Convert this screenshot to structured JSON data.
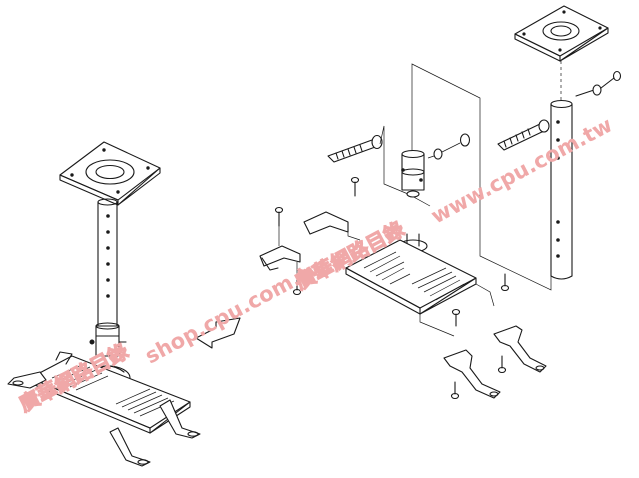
{
  "watermarks": {
    "left_cjk": "廣華網路目錄",
    "left_url": "shop.cpu.com.tw",
    "right_cjk": "廣華網路目錄",
    "right_url": "www.cpu.com.tw"
  },
  "colors": {
    "line": "#1a1a1a",
    "watermark": "#f0a8a8",
    "background": "#ffffff"
  },
  "icons": [
    "arrow-right-icon"
  ]
}
